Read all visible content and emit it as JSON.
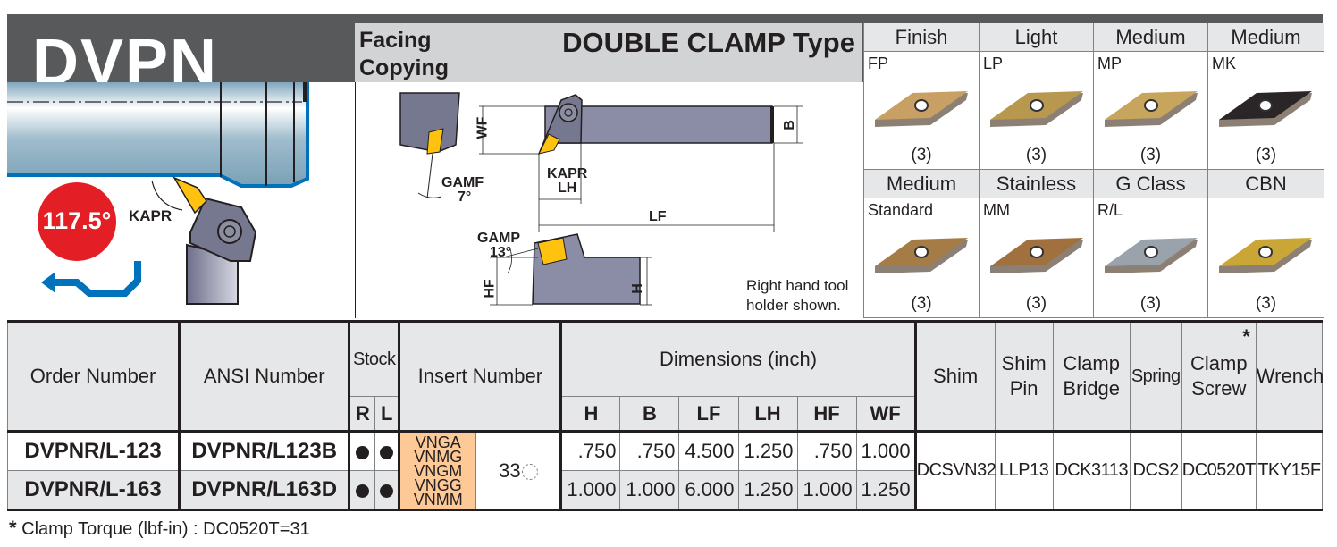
{
  "header": {
    "series": "DVPN",
    "application": [
      "Facing",
      "Copying"
    ],
    "clamp_type": "DOUBLE CLAMP Type"
  },
  "hero": {
    "angle_badge": "117.5°",
    "angle_label": "KAPR",
    "badge_color": "#e31e25",
    "arrow_color": "#0072bc"
  },
  "diagram": {
    "labels": {
      "wf": "WF",
      "b": "B",
      "gamf": "GAMF",
      "gamf_val": "7°",
      "kapr": "KAPR",
      "lh": "LH",
      "lf": "LF",
      "gamp": "GAMP",
      "gamp_val": "13°",
      "hf": "HF",
      "h": "H"
    },
    "note": [
      "Right hand tool",
      "holder shown."
    ]
  },
  "inserts": [
    {
      "category": "Finish",
      "code": "FP",
      "qty": "(3)",
      "color": "#c9a063"
    },
    {
      "category": "Light",
      "code": "LP",
      "qty": "(3)",
      "color": "#b8984e"
    },
    {
      "category": "Medium",
      "code": "MP",
      "qty": "(3)",
      "color": "#c8a55c"
    },
    {
      "category": "Medium",
      "code": "MK",
      "qty": "(3)",
      "color": "#2a2628"
    },
    {
      "category": "Medium",
      "code": "Standard",
      "qty": "(3)",
      "color": "#a57c45"
    },
    {
      "category": "Stainless",
      "code": "MM",
      "qty": "(3)",
      "color": "#a0703f"
    },
    {
      "category": "G Class",
      "code": "R/L",
      "qty": "(3)",
      "color": "#9aa3ac"
    },
    {
      "category": "CBN",
      "code": "",
      "qty": "(3)",
      "color": "#c9a636"
    }
  ],
  "table": {
    "headers": {
      "order_number": "Order Number",
      "ansi_number": "ANSI Number",
      "stock": "Stock",
      "stock_r": "R",
      "stock_l": "L",
      "insert_number": "Insert Number",
      "dimensions": "Dimensions (inch)",
      "dims": [
        "H",
        "B",
        "LF",
        "LH",
        "HF",
        "WF"
      ],
      "shim": "Shim",
      "shim_pin": [
        "Shim",
        "Pin"
      ],
      "clamp_bridge": [
        "Clamp",
        "Bridge"
      ],
      "spring": "Spring",
      "clamp_screw": [
        "Clamp",
        "Screw"
      ],
      "clamp_screw_mark": "*",
      "wrench": "Wrench"
    },
    "rows": [
      {
        "order": "DVPNR/L-123",
        "ansi": "DVPNR/L123B",
        "stock_r": true,
        "stock_l": true,
        "dims": [
          ".750",
          ".750",
          "4.500",
          "1.250",
          ".750",
          "1.000"
        ]
      },
      {
        "order": "DVPNR/L-163",
        "ansi": "DVPNR/L163D",
        "stock_r": true,
        "stock_l": true,
        "dims": [
          "1.000",
          "1.000",
          "6.000",
          "1.250",
          "1.000",
          "1.250"
        ]
      }
    ],
    "shared": {
      "insert_types": [
        "VNGA",
        "VNMG",
        "VNGM",
        "VNGG",
        "VNMM"
      ],
      "insert_size": "33",
      "shim": "DCSVN32",
      "shim_pin": "LLP13",
      "clamp_bridge": "DCK3113",
      "spring": "DCS2",
      "clamp_screw": "DC0520T",
      "wrench": "TKY15F"
    }
  },
  "footnote": {
    "mark": "*",
    "text": "Clamp Torque (lbf-in) : DC0520T=31"
  }
}
